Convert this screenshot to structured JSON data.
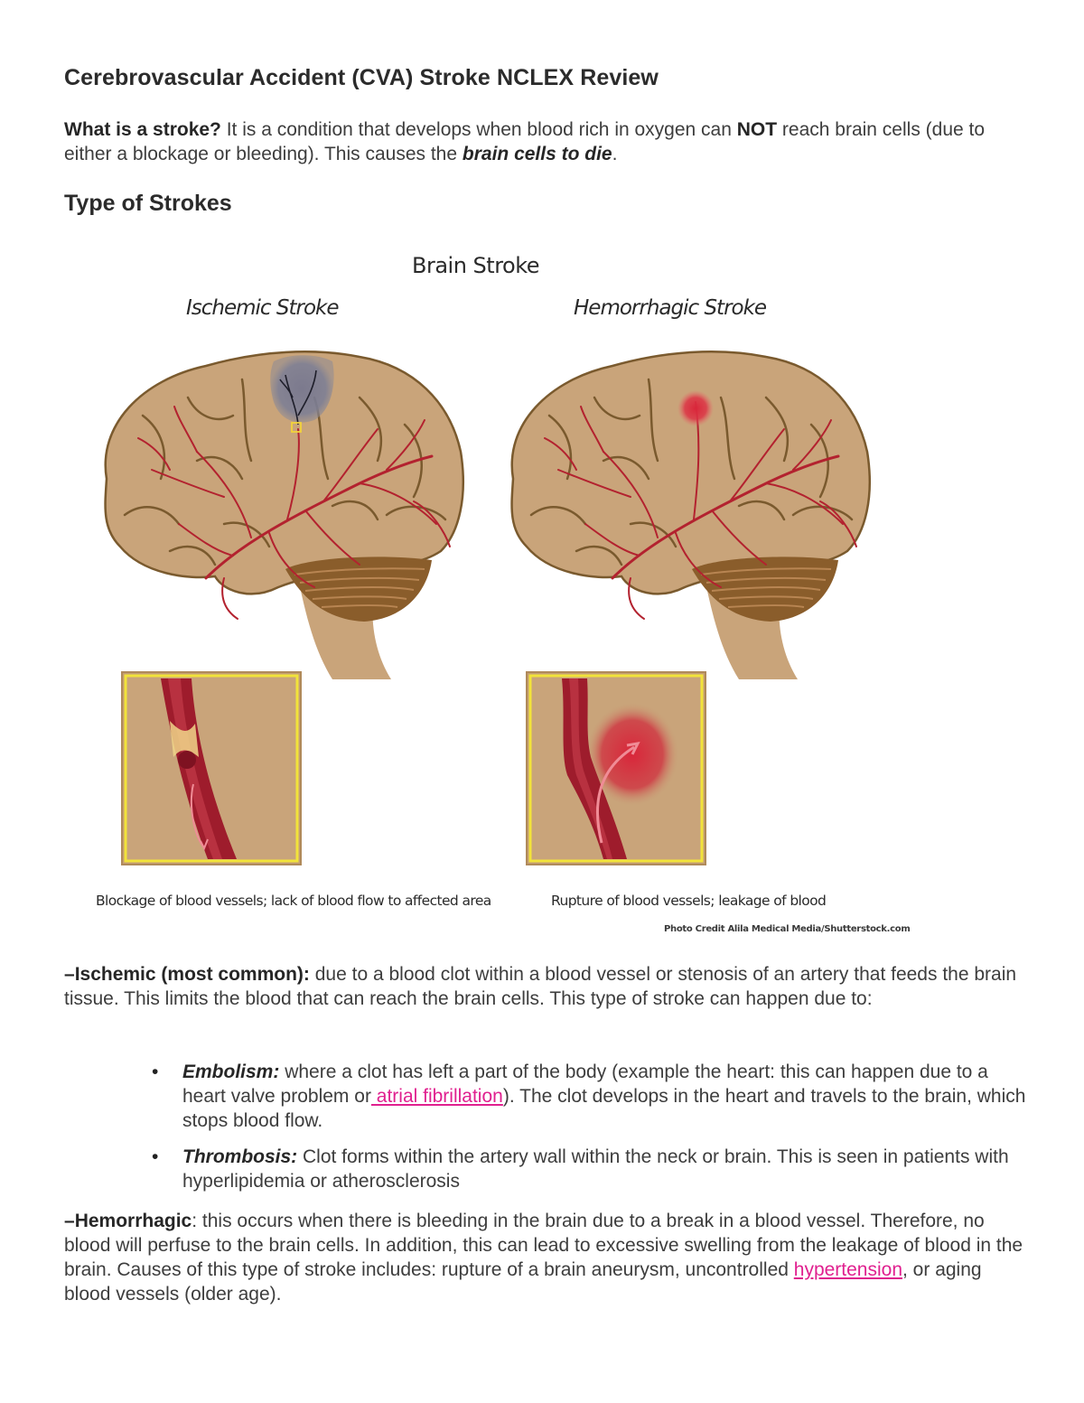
{
  "document": {
    "title": "Cerebrovascular Accident (CVA) Stroke NCLEX Review",
    "intro": {
      "question": "What is a stroke?",
      "text_1": " It is a condition that develops when blood rich in oxygen can ",
      "emphasis_not": "NOT",
      "text_2": " reach brain cells (due to either a blockage or bleeding). This causes the ",
      "emphasis_die": "brain cells to die",
      "text_3": "."
    },
    "section_heading": "Type of Strokes",
    "figure": {
      "title": "Brain Stroke",
      "left_subtitle": "Ischemic Stroke",
      "right_subtitle": "Hemorrhagic Stroke",
      "left_caption": "Blockage of blood vessels; lack of blood flow to affected area",
      "right_caption": "Rupture of blood vessels; leakage of blood",
      "credit": "Photo Credit Alila Medical Media/Shutterstock.com"
    },
    "ischemic": {
      "dash": "–",
      "label": "Ischemic (most common):",
      "text": " due to a blood clot within a blood vessel or stenosis of an artery that feeds the brain tissue. This limits the blood that can reach the brain cells. This type of stroke can happen due to:"
    },
    "bullets": [
      {
        "bullet": "•",
        "label": "Embolism:",
        "text_1": " where a clot has left a part of the body (example the heart: this can happen due to a heart valve problem or",
        "link": " atrial fibrillation",
        "text_2": "). The clot develops in the heart and travels to the brain, which stops blood flow."
      },
      {
        "bullet": "•",
        "label": "Thrombosis:",
        "text_1": " Clot forms within the artery wall within the neck or brain. This is seen in patients with hyperlipidemia or atherosclerosis"
      }
    ],
    "hemorrhagic": {
      "dash": "–",
      "label": "Hemorrhagic",
      "text_1": ": this occurs when there is bleeding in the brain due to a break in a blood vessel. Therefore, no blood will perfuse to the brain cells. In addition, this can lead to excessive swelling from the leakage of blood in the brain. Causes of this type of stroke includes: rupture of a brain aneurysm, uncontrolled ",
      "link": "hypertension",
      "text_2": ", or aging blood vessels (older age)."
    }
  },
  "colors": {
    "text": "#3d3d3d",
    "heading": "#2b2b2b",
    "link": "#e0208f",
    "brain": "#c9a47a",
    "brain_outline": "#7a5a2e",
    "vessel": "#b3222f",
    "ischemic_area": "#7d7f95",
    "hemorrhage": "#d9263a",
    "inset_border": "#f2e33a"
  }
}
